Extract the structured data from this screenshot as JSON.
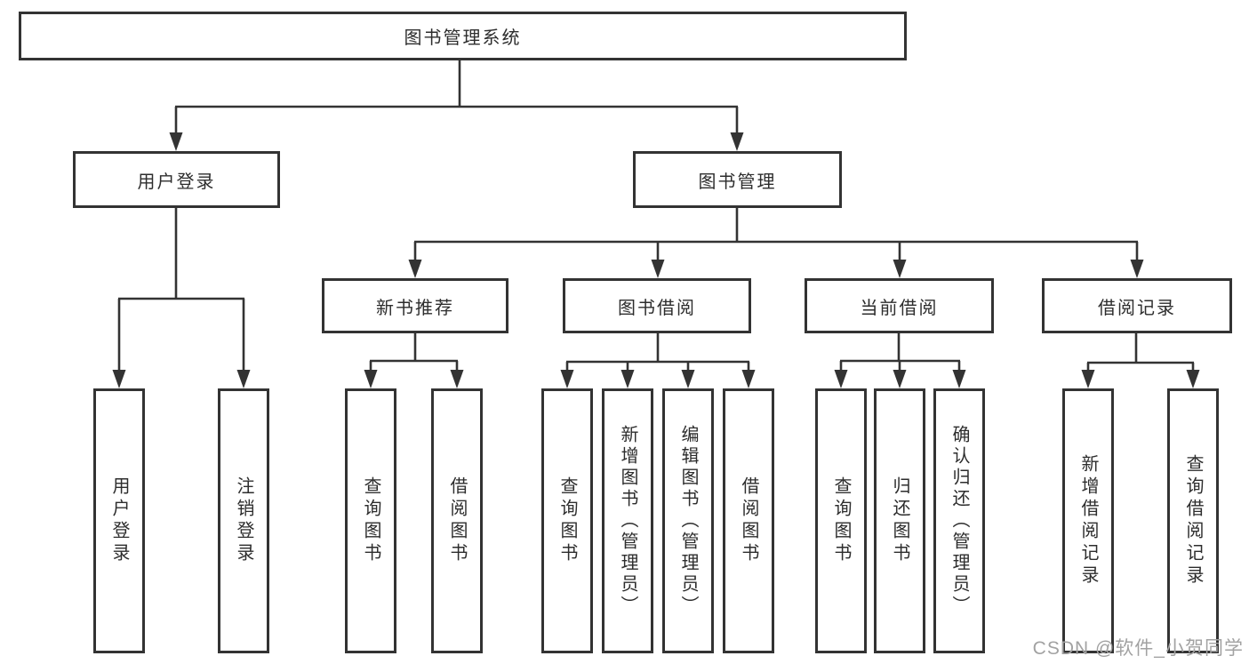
{
  "tree": {
    "root": "图书管理系统",
    "login": {
      "label": "用户登录",
      "leaves": [
        "用户登录",
        "注销登录"
      ]
    },
    "management": {
      "label": "图书管理",
      "branches": [
        {
          "label": "新书推荐",
          "leaves": [
            "查询图书",
            "借阅图书"
          ]
        },
        {
          "label": "图书借阅",
          "leaves": [
            "查询图书",
            "新增图书（管理员）",
            "编辑图书（管理员）",
            "借阅图书"
          ]
        },
        {
          "label": "当前借阅",
          "leaves": [
            "查询图书",
            "归还图书",
            "确认归还（管理员）"
          ]
        },
        {
          "label": "借阅记录",
          "leaves": [
            "新增借阅记录",
            "查询借阅记录"
          ]
        }
      ]
    }
  },
  "watermark": "CSDN @软件_小贺同学",
  "colors": {
    "line": "#333333",
    "box_background": "#ffffff",
    "text": "#2d2d2d",
    "watermark": "#a2a2a2"
  }
}
